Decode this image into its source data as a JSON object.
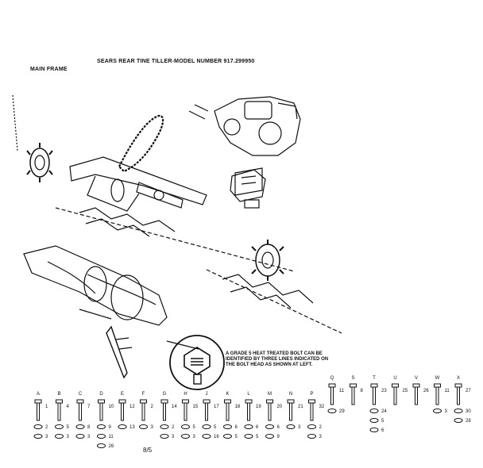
{
  "header": {
    "title": "SEARS REAR TINE TILLER-MODEL NUMBER 917.299950",
    "section": "MAIN FRAME"
  },
  "note": "A GRADE 5 HEAT TREATED BOLT CAN BE IDENTIFIED BY THREE LINES INDICATED ON THE BOLT HEAD AS SHOWN AT LEFT.",
  "page_number": "8/5",
  "hardware_columns": [
    {
      "letter": "A",
      "parts": [
        "1",
        "2",
        "3"
      ]
    },
    {
      "letter": "B",
      "parts": [
        "4",
        "5",
        "3"
      ]
    },
    {
      "letter": "C",
      "parts": [
        "7",
        "8",
        "3"
      ]
    },
    {
      "letter": "D",
      "parts": [
        "10",
        "9",
        "11",
        "26"
      ]
    },
    {
      "letter": "E",
      "parts": [
        "12",
        "13"
      ]
    },
    {
      "letter": "F",
      "parts": [
        "2",
        "3"
      ]
    },
    {
      "letter": "G",
      "parts": [
        "14",
        "2",
        "3"
      ]
    },
    {
      "letter": "H",
      "parts": [
        "15",
        "5",
        "3"
      ]
    },
    {
      "letter": "J",
      "parts": [
        "17",
        "5",
        "16"
      ]
    },
    {
      "letter": "K",
      "parts": [
        "18",
        "6",
        "5"
      ]
    },
    {
      "letter": "L",
      "parts": [
        "19",
        "6",
        "5"
      ]
    },
    {
      "letter": "M",
      "parts": [
        "20",
        "6",
        "9"
      ]
    },
    {
      "letter": "N",
      "parts": [
        "21",
        "3"
      ]
    },
    {
      "letter": "P",
      "parts": [
        "32",
        "2",
        "3"
      ]
    }
  ],
  "upper_hardware": [
    {
      "letter": "Q",
      "parts": [
        "11",
        "29"
      ]
    },
    {
      "letter": "S",
      "parts": [
        "8"
      ]
    },
    {
      "letter": "T",
      "parts": [
        "23",
        "24",
        "5",
        "6"
      ]
    },
    {
      "letter": "U",
      "parts": [
        "25"
      ]
    },
    {
      "letter": "V",
      "parts": [
        "26"
      ]
    },
    {
      "letter": "W",
      "parts": [
        "11",
        "3"
      ]
    },
    {
      "letter": "X",
      "parts": [
        "27",
        "30",
        "28"
      ]
    }
  ]
}
